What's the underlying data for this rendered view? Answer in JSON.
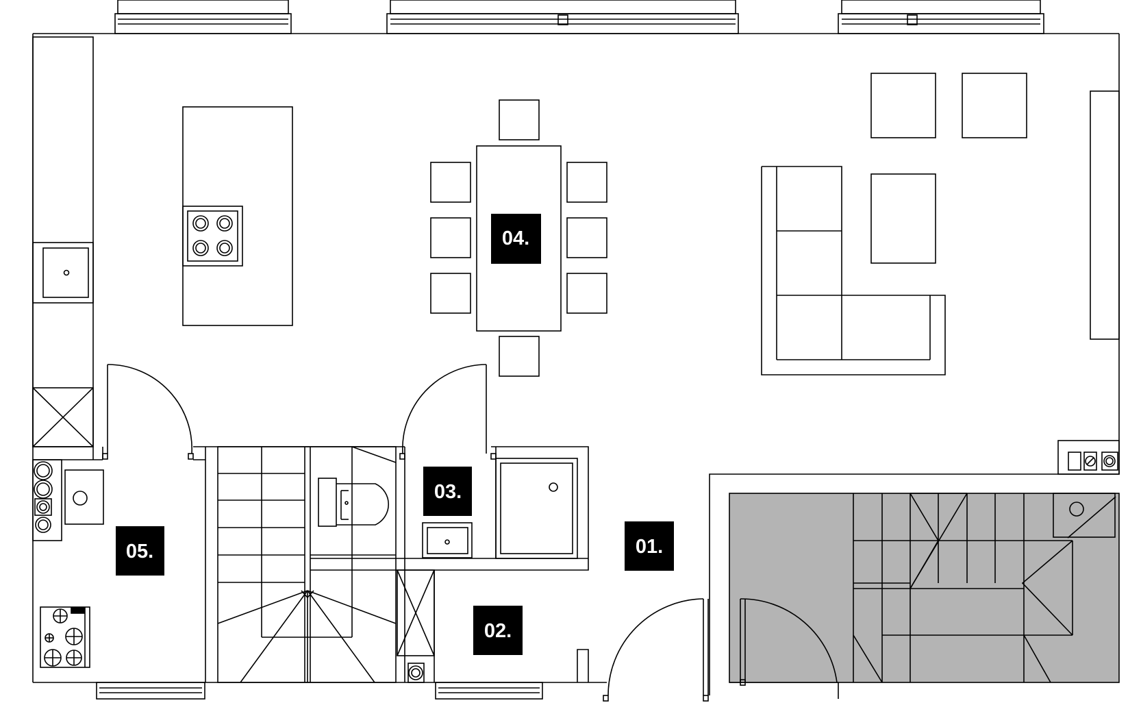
{
  "floor_plan": {
    "rooms": [
      {
        "id": "room-01",
        "label": "01."
      },
      {
        "id": "room-02",
        "label": "02."
      },
      {
        "id": "room-03",
        "label": "03."
      },
      {
        "id": "room-04",
        "label": "04."
      },
      {
        "id": "room-05",
        "label": "05."
      }
    ],
    "colors": {
      "line": "#000000",
      "background": "#ffffff",
      "label_bg": "#000000",
      "label_text": "#ffffff",
      "unit_fill": "#b4b4b4"
    }
  }
}
